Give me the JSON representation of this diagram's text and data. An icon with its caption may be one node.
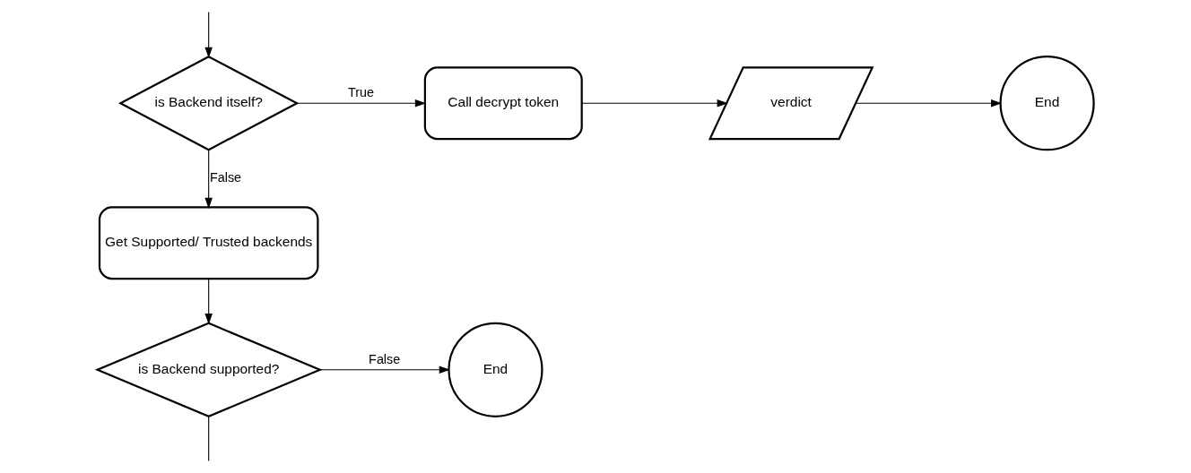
{
  "diagram": {
    "nodes": [
      {
        "text": [
          "is Backend itself?"
        ]
      },
      {
        "text": [
          "Call decrypt token"
        ]
      },
      {
        "text": [
          "verdict"
        ]
      },
      {
        "text": [
          "End"
        ]
      },
      {
        "text": [
          "Get Supported/ Trusted backends"
        ]
      },
      {
        "text": [
          "is Backend supported?"
        ]
      },
      {
        "text": [
          "End"
        ]
      }
    ],
    "edges": [
      {
        "from": null,
        "to": 0,
        "arrow": "to"
      },
      {
        "from": 0,
        "to": 1,
        "arrow": "to",
        "label": "True"
      },
      {
        "from": 1,
        "to": 2,
        "arrow": "to"
      },
      {
        "from": 2,
        "to": 3,
        "arrow": "to"
      },
      {
        "from": 0,
        "to": 4,
        "arrow": "to",
        "label": "False"
      },
      {
        "from": 4,
        "to": 5,
        "arrow": "to"
      },
      {
        "from": 5,
        "to": 6,
        "arrow": "to",
        "label": "False"
      },
      {
        "from": 5,
        "to": null,
        "arrow": "none"
      }
    ]
  }
}
